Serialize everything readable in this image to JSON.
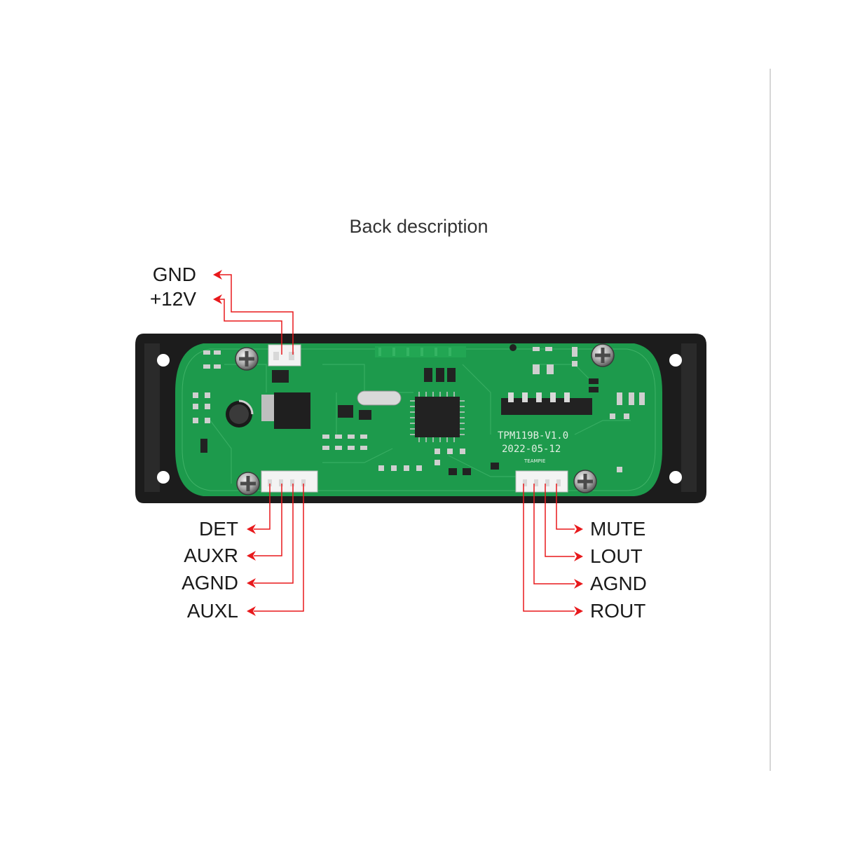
{
  "title": "Back description",
  "board": {
    "model": "TPM119B-V1.0",
    "date": "2022-05-12",
    "maker": "TEAMPIE"
  },
  "power_pins": [
    {
      "label": "GND"
    },
    {
      "label": "+12V"
    }
  ],
  "aux_pins": [
    {
      "label": "DET"
    },
    {
      "label": "AUXR"
    },
    {
      "label": "AGND"
    },
    {
      "label": "AUXL"
    }
  ],
  "out_pins": [
    {
      "label": "MUTE"
    },
    {
      "label": "LOUT"
    },
    {
      "label": "AGND"
    },
    {
      "label": "ROUT"
    }
  ],
  "colors": {
    "arrow": "#e8191c",
    "pcb": "#1d9a4c",
    "frame": "#1c1c1c"
  },
  "icons": [
    "arrow-left-icon",
    "arrow-right-icon",
    "screw-icon"
  ]
}
